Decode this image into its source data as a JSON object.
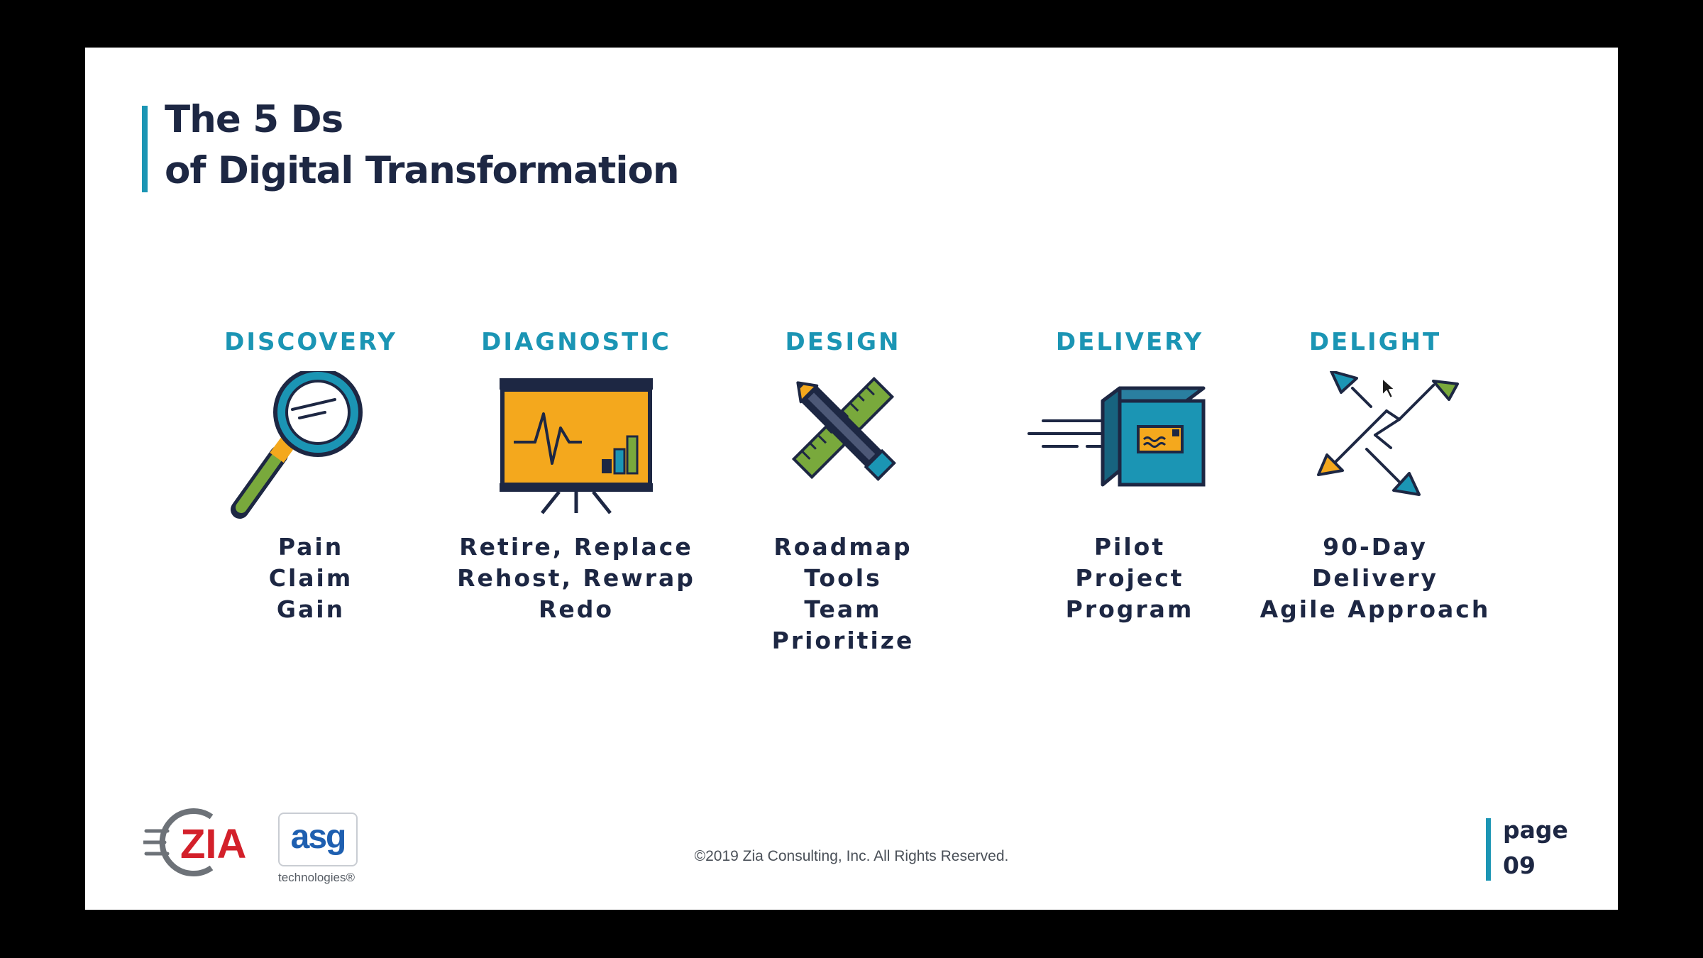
{
  "slide": {
    "title_line1": "The 5 Ds",
    "title_line2": "of Digital Transformation"
  },
  "stages": [
    {
      "heading": "DISCOVERY",
      "icon": "magnifying-glass-icon",
      "lines": [
        "Pain",
        "Claim",
        "Gain"
      ]
    },
    {
      "heading": "DIAGNOSTIC",
      "icon": "presentation-board-icon",
      "lines": [
        "Retire, Replace",
        "Rehost, Rewrap",
        "Redo"
      ]
    },
    {
      "heading": "DESIGN",
      "icon": "pencil-ruler-icon",
      "lines": [
        "Roadmap",
        "Tools",
        "Team",
        "Prioritize"
      ]
    },
    {
      "heading": "DELIVERY",
      "icon": "shipping-box-icon",
      "lines": [
        "Pilot",
        "Project",
        "Program"
      ]
    },
    {
      "heading": "DELIGHT",
      "icon": "expand-arrows-icon",
      "lines": [
        "90-Day",
        "Delivery",
        "Agile Approach"
      ]
    }
  ],
  "footer": {
    "zia_logo_text": "ZIA",
    "asg_logo_text": "asg",
    "asg_logo_subtext": "technologies®",
    "copyright": "©2019 Zia Consulting, Inc. All Rights Reserved.",
    "page_label": "page",
    "page_number": "09"
  },
  "colors": {
    "accent_teal": "#1b95b4",
    "navy": "#1d2743",
    "orange": "#f4a81d",
    "green": "#79a93c",
    "zia_red": "#d3202a",
    "asg_blue": "#1e5fb0"
  }
}
